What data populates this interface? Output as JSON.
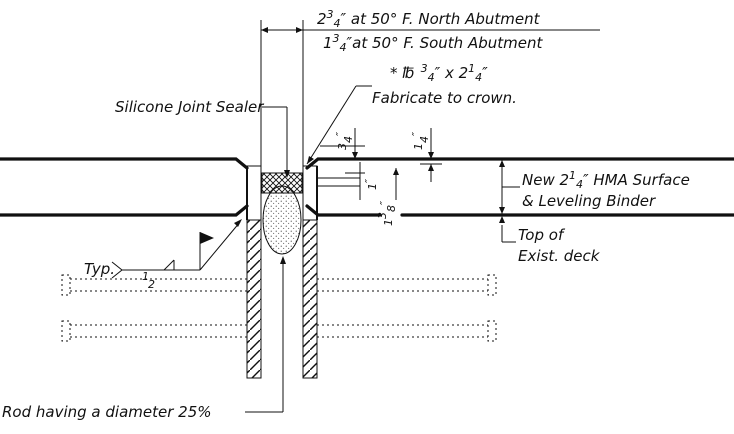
{
  "dimensions": {
    "north_gap": {
      "whole": "2",
      "num": "3",
      "den": "4",
      "text": "″ at 50° F. North Abutment"
    },
    "south_gap": {
      "whole": "1",
      "num": "3",
      "den": "4",
      "text": "″at 50° F. South Abutment"
    },
    "top_three_quarter": {
      "num": "3",
      "den": "4",
      "mark": "″"
    },
    "top_quarter": {
      "num": "1",
      "den": "4",
      "mark": "″"
    },
    "inner_one": {
      "value": "1",
      "mark": "″"
    },
    "one_three_eighths": {
      "whole": "1",
      "num": "3",
      "den": "8",
      "mark": "″"
    }
  },
  "plate": {
    "prefix": "* ",
    "symbol": "℔",
    "num1": "3",
    "den1": "4",
    "mark1": "″",
    "times": " x 2",
    "num2": "1",
    "den2": "4",
    "mark2": "″",
    "note": "Fabricate to crown."
  },
  "labels": {
    "silicone": "Silicone Joint Sealer",
    "surface_line1": {
      "pre": "New 2",
      "num": "1",
      "den": "4",
      "post": "″ HMA Surface"
    },
    "surface_line2": "& Leveling Binder",
    "top_of": "Top of",
    "exist_deck": "Exist. deck",
    "typ": "Typ.",
    "weld_num": "1",
    "weld_den": "2",
    "rod_line1": "Rod having a diameter 25%"
  }
}
